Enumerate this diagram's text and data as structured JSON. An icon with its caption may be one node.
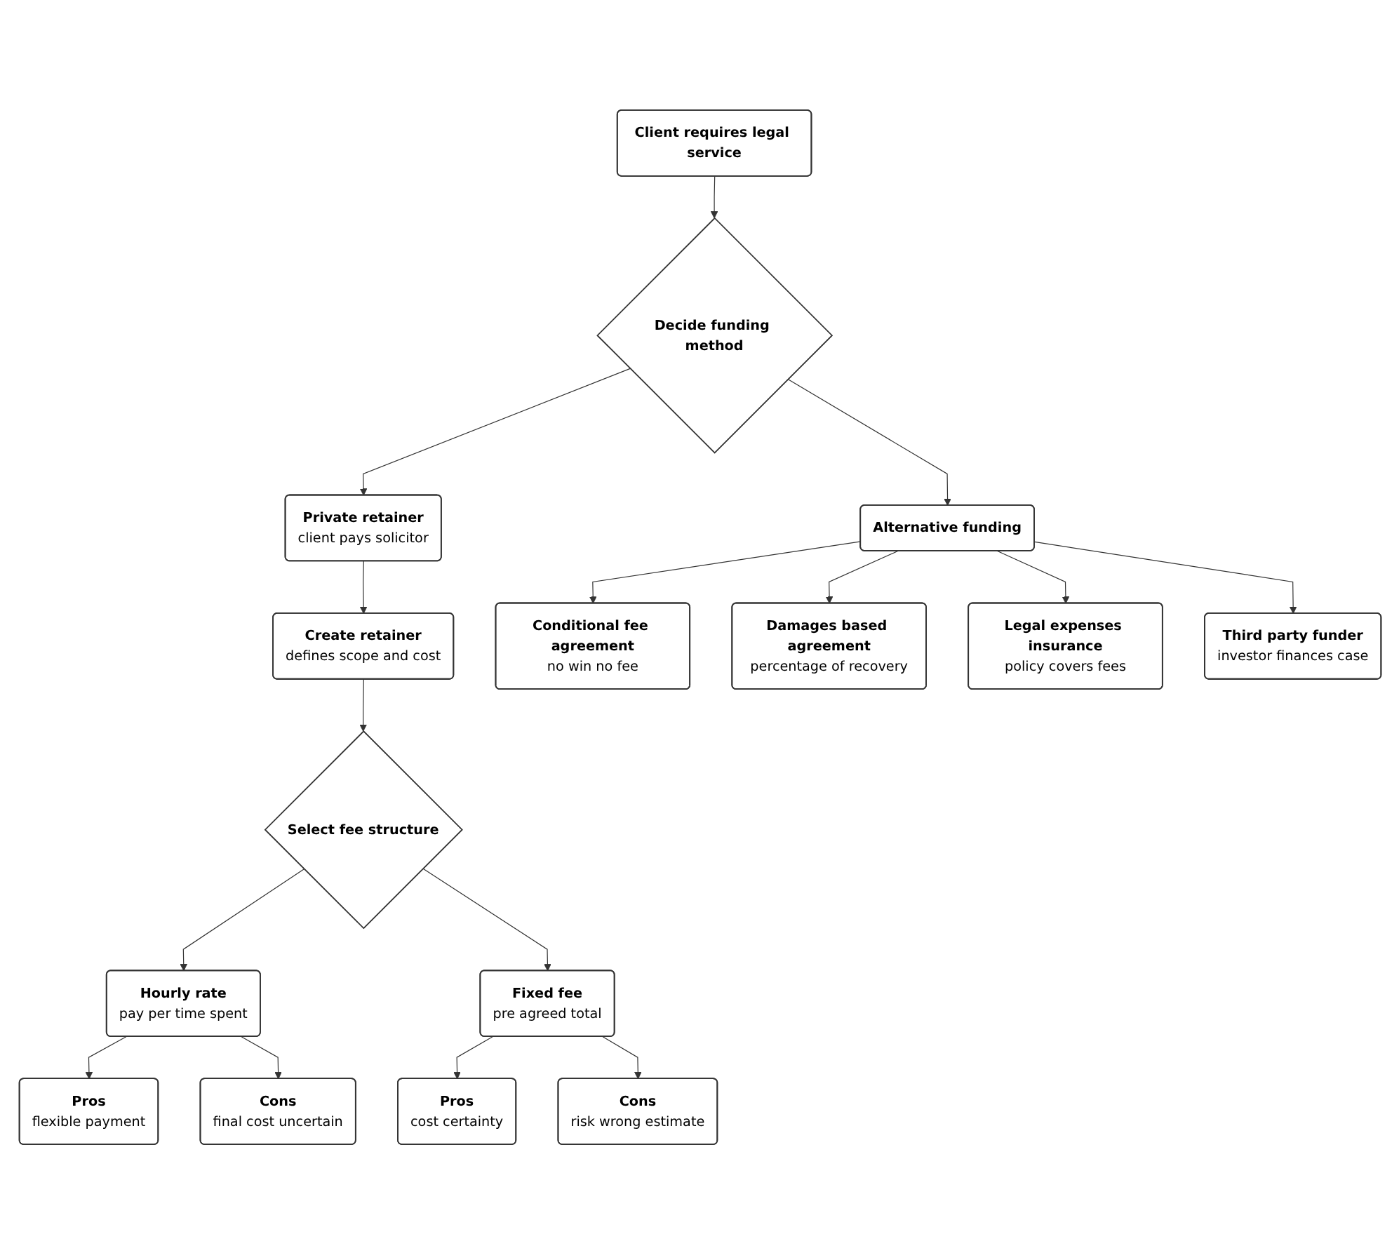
{
  "diagram": {
    "nodes": [
      {
        "text": [
          "Client requires legal service"
        ]
      },
      {
        "text": [
          "Decide funding method"
        ]
      },
      {
        "text": [
          "Private retainer",
          "client pays solicitor"
        ]
      },
      {
        "text": [
          "Alternative funding"
        ]
      },
      {
        "text": [
          "Create retainer",
          "defines scope and cost"
        ]
      },
      {
        "text": [
          "Select fee structure"
        ]
      },
      {
        "text": [
          "Hourly rate",
          "pay per time spent"
        ]
      },
      {
        "text": [
          "Fixed fee",
          "pre agreed total"
        ]
      },
      {
        "text": [
          "Pros",
          "flexible payment"
        ]
      },
      {
        "text": [
          "Cons",
          "final cost uncertain"
        ]
      },
      {
        "text": [
          "Pros",
          "cost certainty"
        ]
      },
      {
        "text": [
          "Cons",
          "risk wrong estimate"
        ]
      },
      {
        "text": [
          "Conditional fee agreement",
          "no win no fee"
        ]
      },
      {
        "text": [
          "Damages based agreement",
          "percentage of recovery"
        ]
      },
      {
        "text": [
          "Legal expenses insurance",
          "policy covers fees"
        ]
      },
      {
        "text": [
          "Third party funder",
          "investor finances case"
        ]
      }
    ],
    "edges": [
      {
        "from": 0,
        "to": 1,
        "arrow": "to"
      },
      {
        "from": 1,
        "to": 2,
        "arrow": "to"
      },
      {
        "from": 1,
        "to": 3,
        "arrow": "to"
      },
      {
        "from": 2,
        "to": 4,
        "arrow": "to"
      },
      {
        "from": 4,
        "to": 5,
        "arrow": "to"
      },
      {
        "from": 5,
        "to": 6,
        "arrow": "to"
      },
      {
        "from": 5,
        "to": 7,
        "arrow": "to"
      },
      {
        "from": 6,
        "to": 8,
        "arrow": "to"
      },
      {
        "from": 6,
        "to": 9,
        "arrow": "to"
      },
      {
        "from": 7,
        "to": 10,
        "arrow": "to"
      },
      {
        "from": 7,
        "to": 11,
        "arrow": "to"
      },
      {
        "from": 3,
        "to": 12,
        "arrow": "to"
      },
      {
        "from": 3,
        "to": 13,
        "arrow": "to"
      },
      {
        "from": 3,
        "to": 14,
        "arrow": "to"
      },
      {
        "from": 3,
        "to": 15,
        "arrow": "to"
      }
    ]
  }
}
